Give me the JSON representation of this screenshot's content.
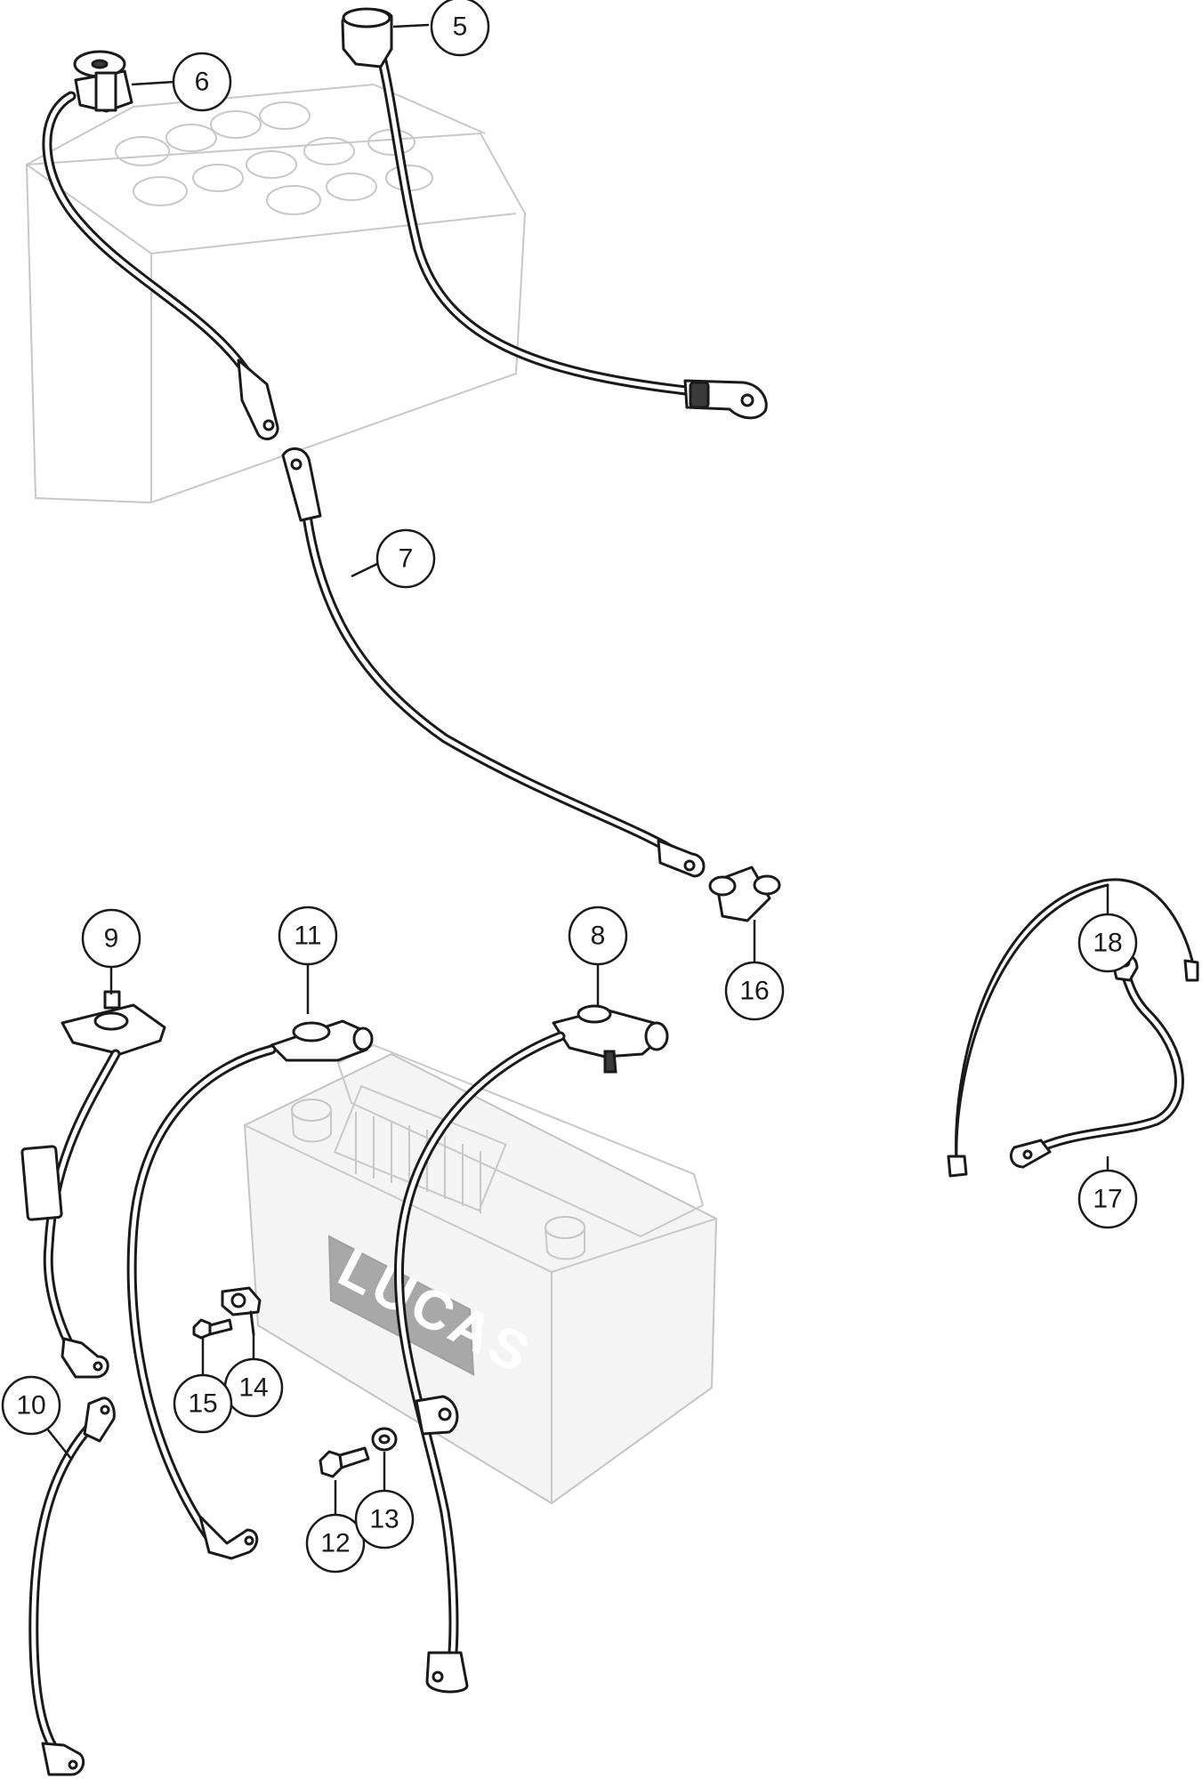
{
  "diagram": {
    "battery_brand": "LUCAS",
    "callouts": [
      {
        "id": "5",
        "label": "5"
      },
      {
        "id": "6",
        "label": "6"
      },
      {
        "id": "7",
        "label": "7"
      },
      {
        "id": "8",
        "label": "8"
      },
      {
        "id": "9",
        "label": "9"
      },
      {
        "id": "10",
        "label": "10"
      },
      {
        "id": "11",
        "label": "11"
      },
      {
        "id": "12",
        "label": "12"
      },
      {
        "id": "13",
        "label": "13"
      },
      {
        "id": "14",
        "label": "14"
      },
      {
        "id": "15",
        "label": "15"
      },
      {
        "id": "16",
        "label": "16"
      },
      {
        "id": "17",
        "label": "17"
      },
      {
        "id": "18",
        "label": "18"
      }
    ]
  }
}
